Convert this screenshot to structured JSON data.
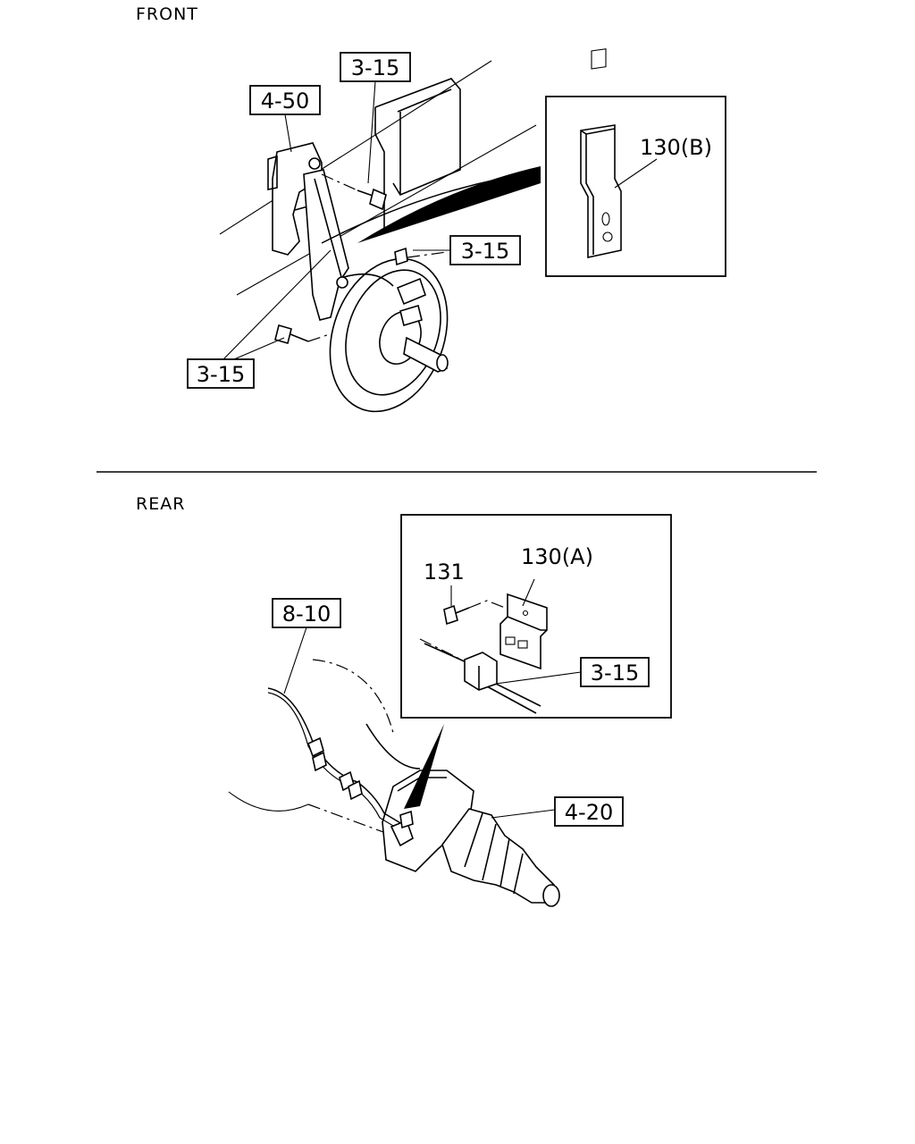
{
  "sections": {
    "front_label": "FRONT",
    "rear_label": "REAR"
  },
  "front": {
    "callouts": {
      "c_4_50": "4-50",
      "c_3_15_top": "3-15",
      "c_3_15_mid": "3-15",
      "c_3_15_bottom": "3-15"
    },
    "inset": {
      "part_label": "130(B)"
    }
  },
  "rear": {
    "callouts": {
      "c_8_10": "8-10",
      "c_4_20": "4-20"
    },
    "inset": {
      "bolt_label": "131",
      "bracket_label": "130(A)",
      "connector_callout": "3-15"
    }
  }
}
